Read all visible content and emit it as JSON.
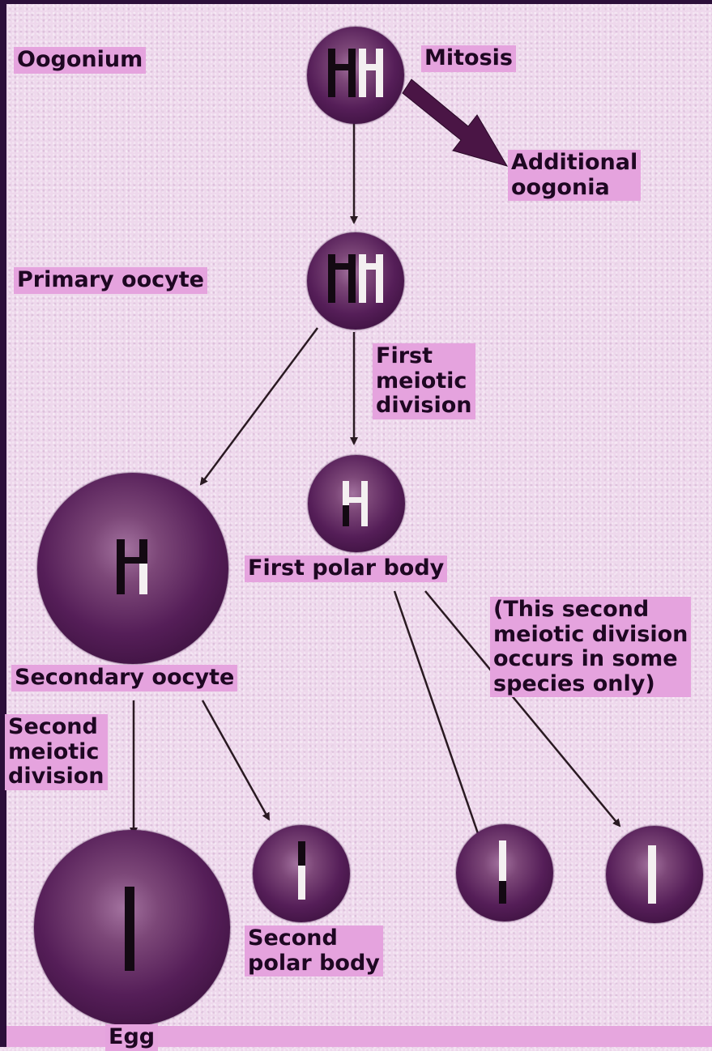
{
  "labels": {
    "oogonium": "Oogonium",
    "mitosis": "Mitosis",
    "additional_oogonia": "Additional\noogonia",
    "primary_oocyte": "Primary oocyte",
    "first_meiotic_division": "First\nmeiotic\ndivision",
    "first_polar_body": "First polar body",
    "secondary_oocyte": "Secondary oocyte",
    "note_second_division": "(This second\nmeiotic division\noccurs in some\nspecies only)",
    "second_meiotic_division": "Second\nmeiotic\ndivision",
    "second_polar_body": "Second\npolar body",
    "egg": "Egg"
  },
  "colors": {
    "background": "#eed8ec",
    "label_background": "#e5a3de",
    "label_text": "#1e0722",
    "cell_dark": "#2e0a30",
    "cell_mid": "#551e58",
    "cell_light": "#a3729f",
    "arrow": "#2a1a22",
    "mitosis_arrow": "#4a1545",
    "frame": "#2c0f3a"
  }
}
